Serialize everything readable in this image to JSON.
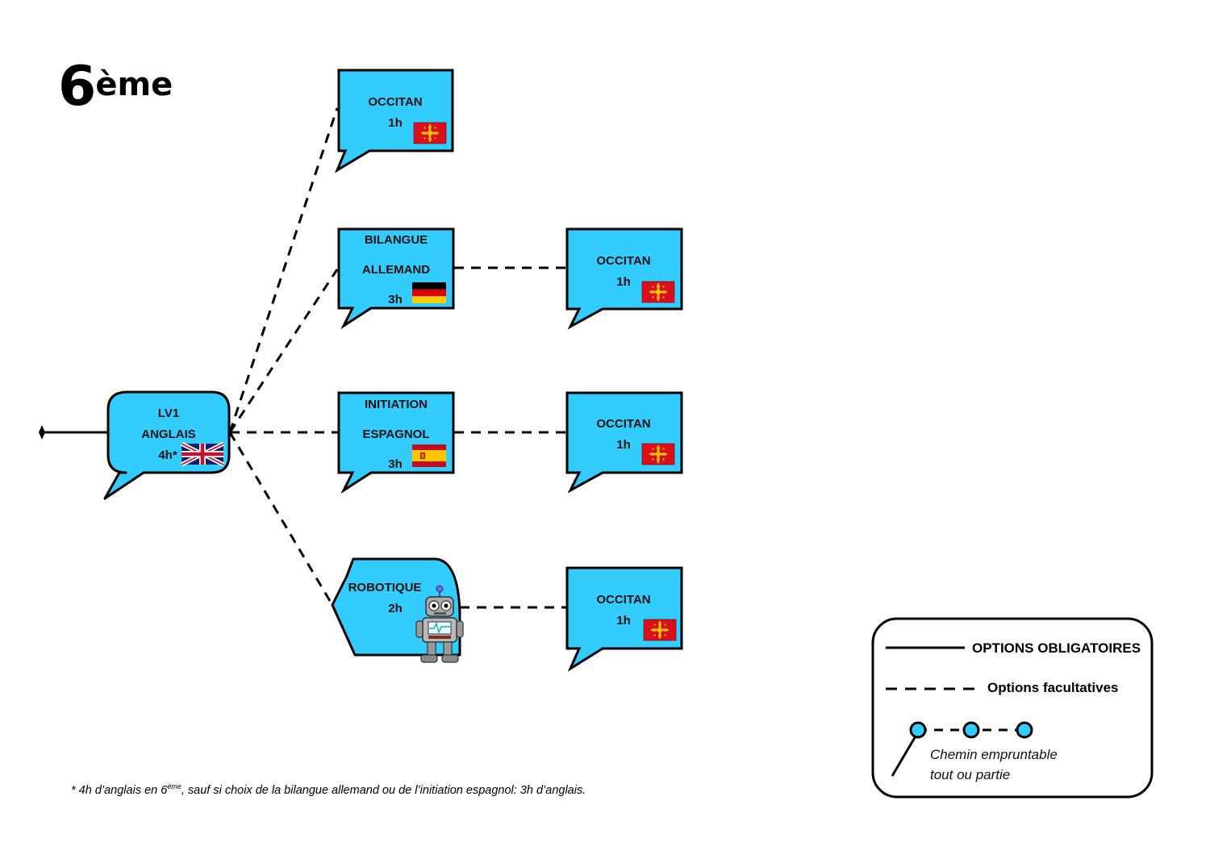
{
  "title": {
    "main": "6",
    "sup": "ème"
  },
  "colors": {
    "bubble_fill": "#33ccff",
    "occitan_red": "#d9101c",
    "occitan_cross": "#f5c400",
    "stroke": "#000000"
  },
  "root": {
    "line1": "LV1",
    "line2": "ANGLAIS",
    "line3": "4h*",
    "flag": "uk-flag-icon"
  },
  "options": [
    {
      "id": "occitan-top",
      "line1": "OCCITAN",
      "line2": "1h",
      "flag": "occitan-flag-icon"
    },
    {
      "id": "bilangue",
      "line1": "BILANGUE",
      "line2": "ALLEMAND",
      "line3": "3h",
      "flag": "germany-flag-icon"
    },
    {
      "id": "espagnol",
      "line1": "INITIATION",
      "line2": "ESPAGNOL",
      "line3": "3h",
      "flag": "spain-flag-icon"
    },
    {
      "id": "robotique",
      "line1": "ROBOTIQUE",
      "line2": "2h",
      "icon": "robot-icon"
    }
  ],
  "occitan_secondary": [
    {
      "line1": "OCCITAN",
      "line2": "1h",
      "flag": "occitan-flag-icon"
    },
    {
      "line1": "OCCITAN",
      "line2": "1h",
      "flag": "occitan-flag-icon"
    },
    {
      "line1": "OCCITAN",
      "line2": "1h",
      "flag": "occitan-flag-icon"
    }
  ],
  "legend": {
    "mandatory": "OPTIONS OBLIGATOIRES",
    "optional": "Options facultatives",
    "path_line1": "Chemin empruntable",
    "path_line2": "tout ou partie"
  },
  "footnote": {
    "prefix": "* 4h d’anglais en 6",
    "sup": "ème",
    "suffix": ", sauf si choix de la bilangue allemand ou de l’initiation espagnol: 3h d’anglais."
  }
}
